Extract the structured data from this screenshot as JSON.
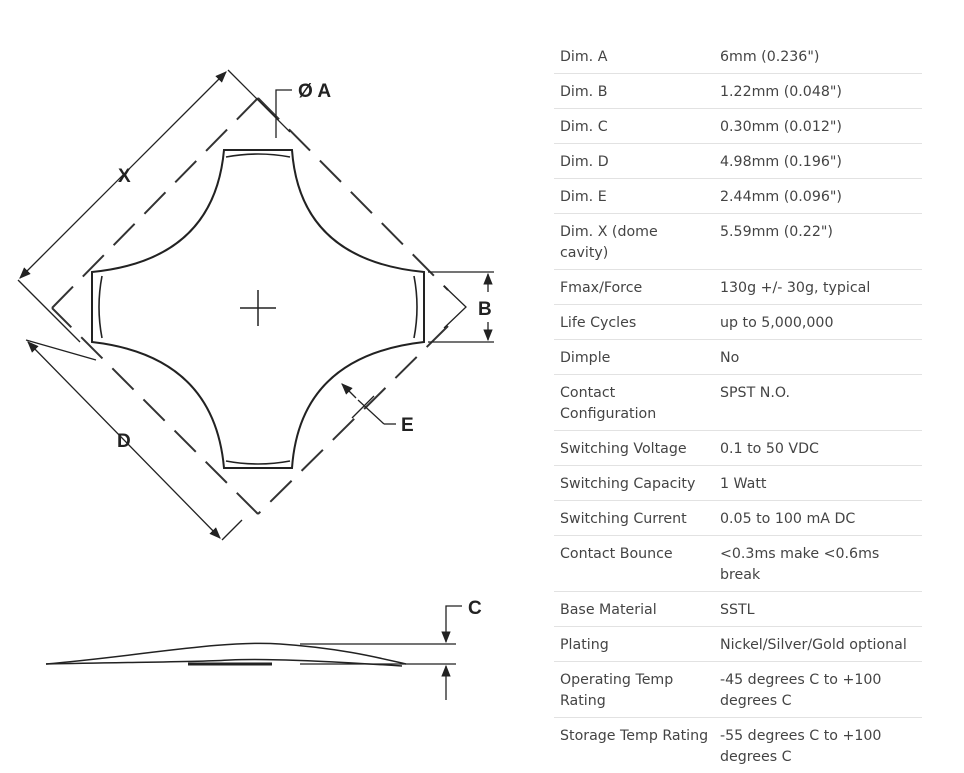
{
  "drawing": {
    "labels": {
      "a": "Ø A",
      "b": "B",
      "c": "C",
      "d": "D",
      "e": "E",
      "x": "X"
    }
  },
  "specs": [
    {
      "label": "Dim. A",
      "value": "6mm (0.236\")"
    },
    {
      "label": "Dim. B",
      "value": "1.22mm (0.048\")"
    },
    {
      "label": "Dim. C",
      "value": "0.30mm (0.012\")"
    },
    {
      "label": "Dim. D",
      "value": "4.98mm (0.196\")"
    },
    {
      "label": "Dim. E",
      "value": "2.44mm (0.096\")"
    },
    {
      "label": "Dim. X (dome cavity)",
      "value": "5.59mm (0.22\")"
    },
    {
      "label": "Fmax/Force",
      "value": "130g +/- 30g, typical"
    },
    {
      "label": "Life Cycles",
      "value": "up to 5,000,000"
    },
    {
      "label": "Dimple",
      "value": "No"
    },
    {
      "label": "Contact Configuration",
      "value": "SPST N.O."
    },
    {
      "label": "Switching Voltage",
      "value": "0.1 to 50 VDC"
    },
    {
      "label": "Switching Capacity",
      "value": "1 Watt"
    },
    {
      "label": "Switching Current",
      "value": "0.05 to 100 mA DC"
    },
    {
      "label": "Contact Bounce",
      "value": "<0.3ms make <0.6ms break"
    },
    {
      "label": "Base Material",
      "value": "SSTL"
    },
    {
      "label": "Plating",
      "value": "Nickel/Silver/Gold optional"
    },
    {
      "label": "Operating Temp Rating",
      "value": "-45 degrees C to +100 degrees C"
    },
    {
      "label": "Storage Temp Rating",
      "value": "-55 degrees C to +100 degrees C"
    }
  ]
}
